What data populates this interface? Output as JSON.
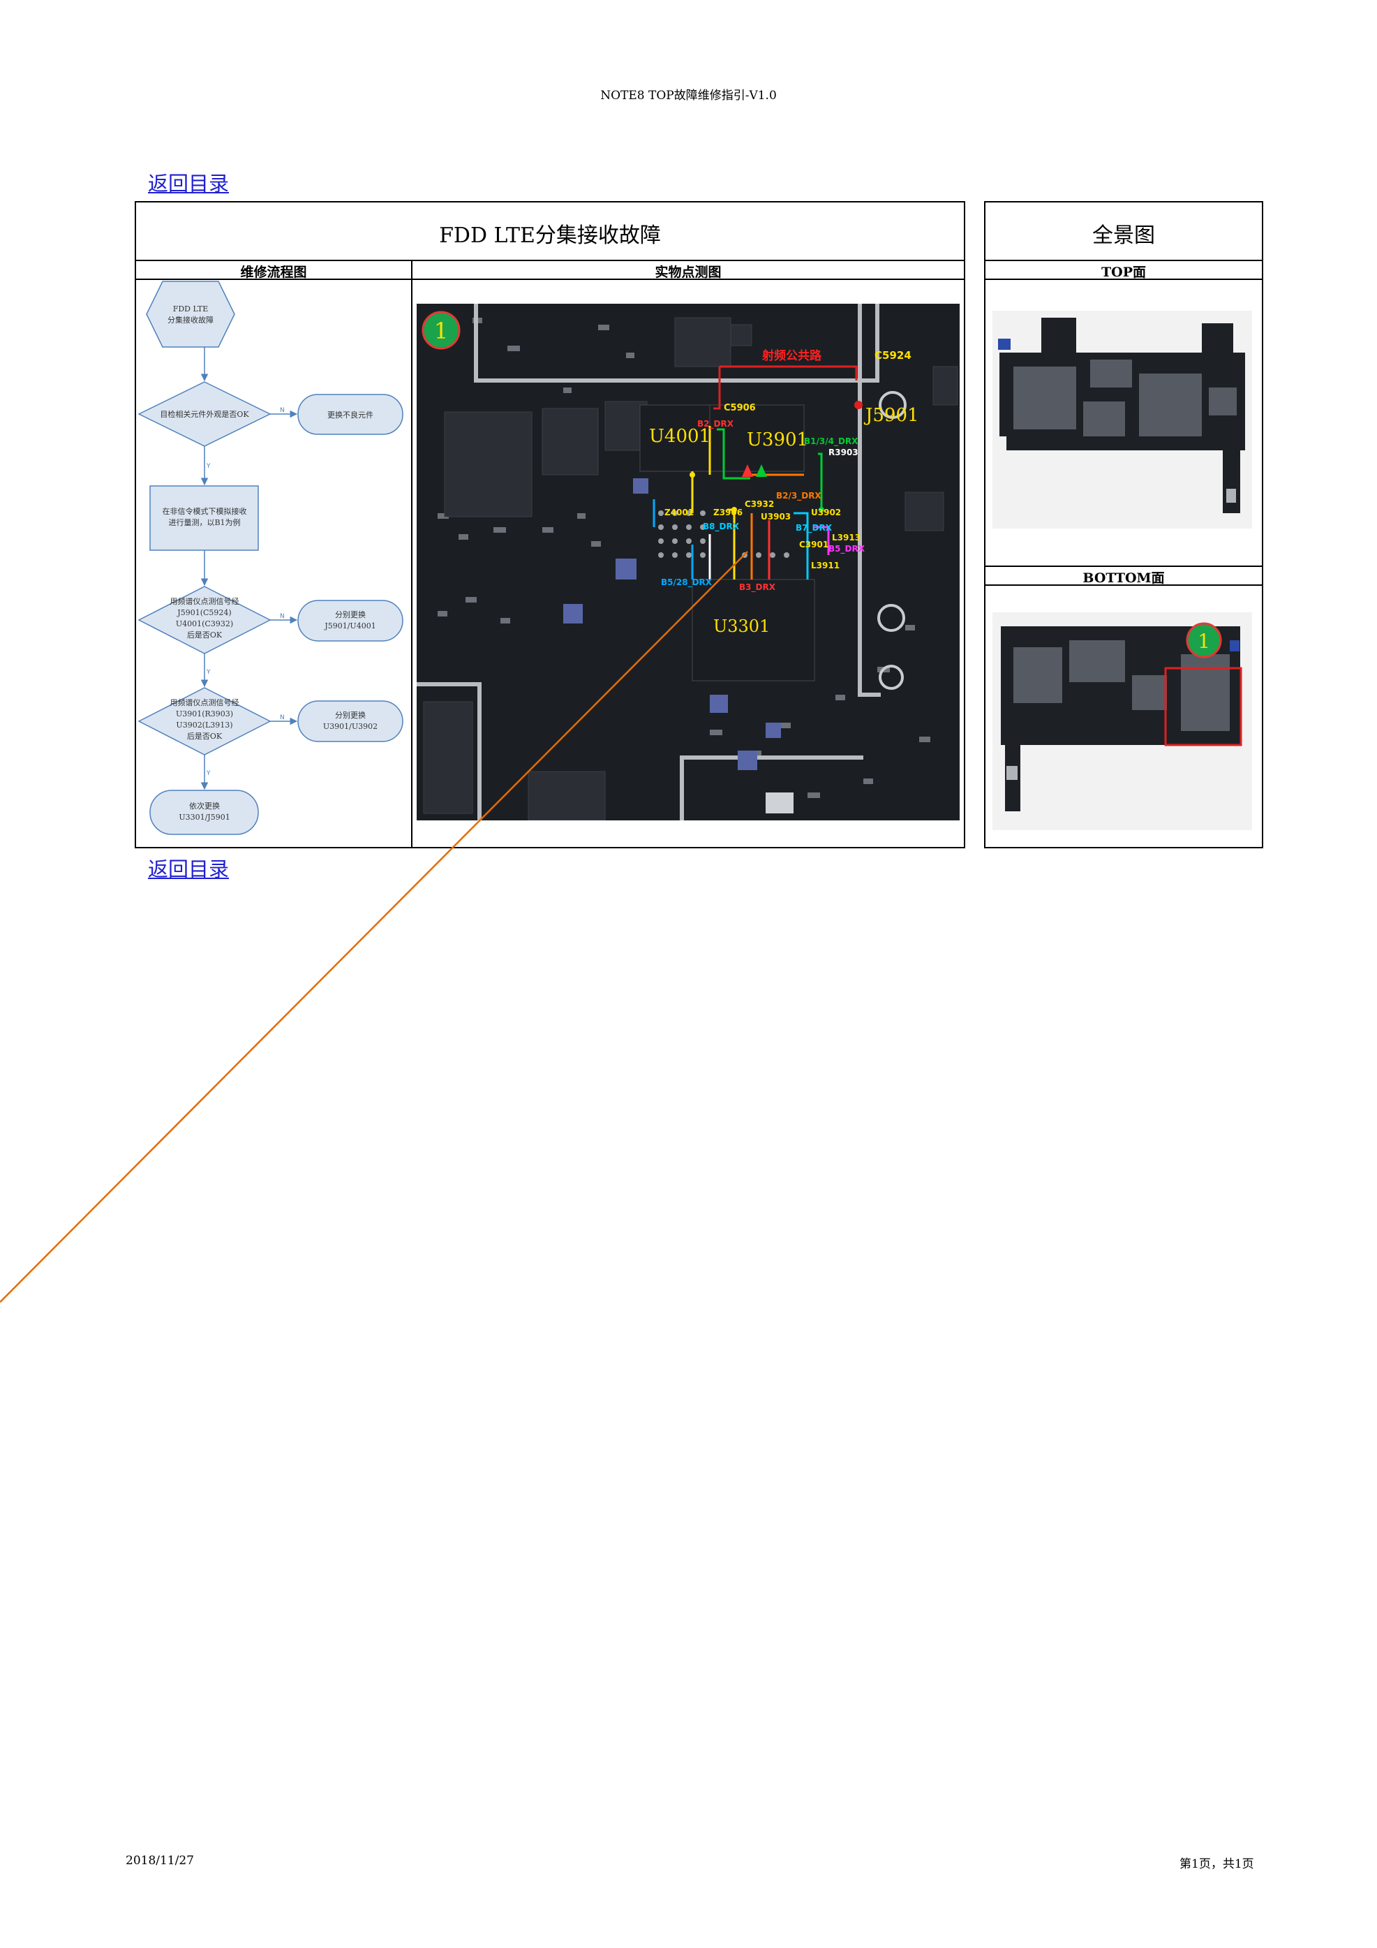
{
  "header": {
    "text": "NOTE8 TOP故障维修指引-V1.0"
  },
  "nav": {
    "back_top": "返回目录",
    "back_bottom": "返回目录"
  },
  "table": {
    "title": "FDD LTE分集接收故障",
    "panorama_title": "全景图",
    "col_flow": "维修流程图",
    "col_photo": "实物点测图",
    "col_top": "TOP面",
    "col_bottom": "BOTTOM面"
  },
  "flow": {
    "start": [
      "FDD LTE",
      "分集接收故障"
    ],
    "d1": [
      "目检相关元件外观是否OK"
    ],
    "r1": [
      "更换不良元件"
    ],
    "p1": [
      "在非信令模式下模拟接收",
      "进行量测，以B1为例"
    ],
    "d2": [
      "用频谱仪点测信号经",
      "J5901(C5924)",
      "U4001(C3932)",
      "后是否OK"
    ],
    "r2": [
      "分别更换",
      "J5901/U4001"
    ],
    "d3": [
      "用频谱仪点测信号经",
      "U3901(R3903)",
      "U3902(L3913)",
      "后是否OK"
    ],
    "r3": [
      "分别更换",
      "U3901/U3902"
    ],
    "end": [
      "依次更换",
      "U3301/J5901"
    ],
    "yes": "Y",
    "no": "N"
  },
  "pcb": {
    "badge": "1",
    "labels": {
      "common": "射频公共路",
      "c5924": "C5924",
      "c5906": "C5906",
      "j5901": "J5901",
      "u4001": "U4001",
      "u3901": "U3901",
      "b2drx": "B2_DRX",
      "b1drx": "B1/3/4_DRX",
      "r3903": "R3903",
      "c3932": "C3932",
      "b27drx": "B2/3_DRX",
      "z4001": "Z4001",
      "z3906": "Z3906",
      "u3903": "U3903",
      "u3902": "U3902",
      "b8drx": "B8_DRX",
      "b7drx": "B7_DRX",
      "l3913": "L3913",
      "c3901": "C3901",
      "b5drx": "B5_DRX",
      "l3911": "L3911",
      "b528drx": "B5/28_DRX",
      "b3drx": "B3_DRX",
      "u3301": "U3301"
    }
  },
  "bottom_badge": "1",
  "footer": {
    "date": "2018/11/27",
    "page": "第1页，共1页"
  },
  "colors": {
    "link": "#1f1fd0",
    "flow_fill": "#dbe5f1",
    "flow_stroke": "#4f81bd",
    "accent_line": "#e36c09",
    "badge": "#1aa34a"
  }
}
